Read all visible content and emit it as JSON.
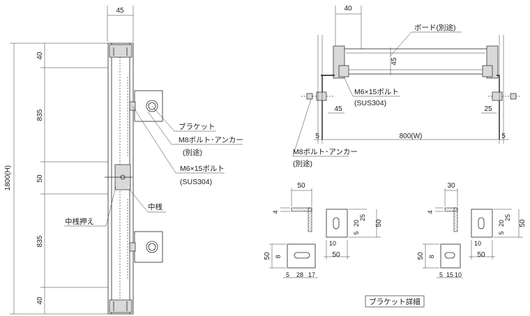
{
  "front_view": {
    "dim_top_width": "45",
    "dim_total_height": "1800(H)",
    "dim_segments": [
      "40",
      "835",
      "50",
      "835",
      "40"
    ],
    "labels": {
      "bracket": "ブラケット",
      "anchor_bolt": "M8ボルト･アンカー",
      "anchor_bolt_note": "(別途)",
      "bolt": "M6×15ボルト",
      "bolt_material": "(SUS304)",
      "mid_rail": "中桟",
      "mid_rail_holder": "中桟押え"
    }
  },
  "plan_view": {
    "dim_top": "40",
    "dim_side": "45",
    "dim_left_offset": "5",
    "dim_right_offset": "5",
    "dim_width": "800(W)",
    "dim_bolt_offset": "45",
    "dim_right_gap": "25",
    "labels": {
      "board": "ボード(別途)",
      "bolt": "M6×15ボルト",
      "bolt_material": "(SUS304)",
      "anchor_bolt": "M8ボルト･アンカー",
      "anchor_bolt_note": "(別途)"
    }
  },
  "bracket_detail": {
    "caption": "ブラケット詳細",
    "left": {
      "width": "50",
      "thickness": "4",
      "side_dims": [
        "5",
        "20",
        "25"
      ],
      "side_height": "50",
      "side_bottom": [
        "10",
        "50"
      ],
      "bottom_height": "50",
      "bottom_mark": "8",
      "bottom_dims": [
        "5",
        "28",
        "17"
      ]
    },
    "right": {
      "width": "30",
      "thickness": "4",
      "side_dims": [
        "5",
        "20",
        "25"
      ],
      "side_height": "50",
      "side_bottom": [
        "10",
        "50"
      ],
      "bottom_height": "50",
      "bottom_mark": "8",
      "bottom_dims": [
        "5",
        "15",
        "10"
      ]
    }
  }
}
